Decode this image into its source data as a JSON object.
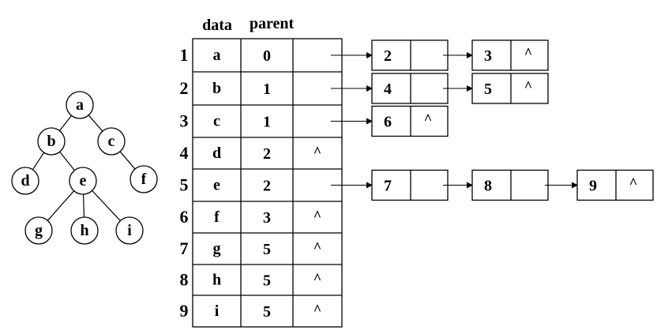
{
  "tree": {
    "nodes": [
      {
        "id": "a",
        "label": "a"
      },
      {
        "id": "b",
        "label": "b"
      },
      {
        "id": "c",
        "label": "c"
      },
      {
        "id": "d",
        "label": "d"
      },
      {
        "id": "e",
        "label": "e"
      },
      {
        "id": "f",
        "label": "f"
      },
      {
        "id": "g",
        "label": "g"
      },
      {
        "id": "h",
        "label": "h"
      },
      {
        "id": "i",
        "label": "i"
      }
    ],
    "edges": [
      [
        "a",
        "b"
      ],
      [
        "a",
        "c"
      ],
      [
        "b",
        "d"
      ],
      [
        "b",
        "e"
      ],
      [
        "c",
        "f"
      ],
      [
        "e",
        "g"
      ],
      [
        "e",
        "h"
      ],
      [
        "e",
        "i"
      ]
    ]
  },
  "table": {
    "headers": {
      "data": "data",
      "parent": "parent"
    },
    "rows": [
      {
        "index": "1",
        "data": "a",
        "parent": "0",
        "link": ""
      },
      {
        "index": "2",
        "data": "b",
        "parent": "1",
        "link": ""
      },
      {
        "index": "3",
        "data": "c",
        "parent": "1",
        "link": ""
      },
      {
        "index": "4",
        "data": "d",
        "parent": "2",
        "link": "^"
      },
      {
        "index": "5",
        "data": "e",
        "parent": "2",
        "link": ""
      },
      {
        "index": "6",
        "data": "f",
        "parent": "3",
        "link": "^"
      },
      {
        "index": "7",
        "data": "g",
        "parent": "5",
        "link": "^"
      },
      {
        "index": "8",
        "data": "h",
        "parent": "5",
        "link": "^"
      },
      {
        "index": "9",
        "data": "i",
        "parent": "5",
        "link": "^"
      }
    ]
  },
  "child_lists": [
    {
      "row": 1,
      "nodes": [
        {
          "value": "2",
          "next": ""
        },
        {
          "value": "3",
          "next": "^"
        }
      ]
    },
    {
      "row": 2,
      "nodes": [
        {
          "value": "4",
          "next": ""
        },
        {
          "value": "5",
          "next": "^"
        }
      ]
    },
    {
      "row": 3,
      "nodes": [
        {
          "value": "6",
          "next": "^"
        }
      ]
    },
    {
      "row": 5,
      "nodes": [
        {
          "value": "7",
          "next": ""
        },
        {
          "value": "8",
          "next": ""
        },
        {
          "value": "9",
          "next": "^"
        }
      ]
    }
  ]
}
